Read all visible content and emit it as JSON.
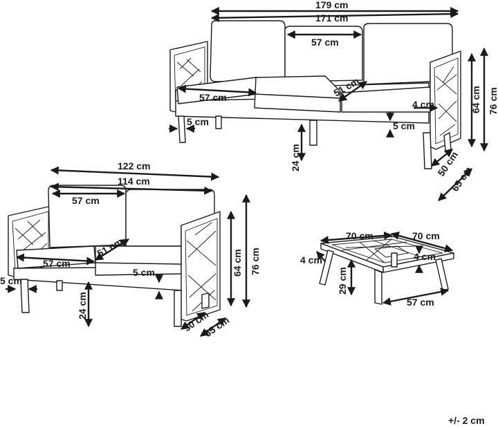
{
  "sofa3": {
    "overall_width": "179 cm",
    "inner_width": "171 cm",
    "back_cushion_width": "57 cm",
    "seat_cushion_width": "57 cm",
    "seat_cushion_depth": "51 cm",
    "seat_cushion_thickness": "4 cm",
    "frame_thickness": "5 cm",
    "leg_setback": "5 cm",
    "seat_height_above_floor": "24 cm",
    "seat_height": "64 cm",
    "overall_height": "76 cm",
    "seat_depth": "50 cm",
    "overall_depth": "65 cm"
  },
  "sofa2": {
    "overall_width": "122 cm",
    "inner_width": "114 cm",
    "back_cushion_width": "57 cm",
    "seat_cushion_width": "57 cm",
    "seat_cushion_depth": "51 cm",
    "frame_thickness": "5 cm",
    "leg_setback": "5 cm",
    "leg_height": "24 cm",
    "seat_height": "64 cm",
    "overall_height": "76 cm",
    "seat_depth": "50 cm",
    "overall_depth": "65 cm"
  },
  "table": {
    "width_a": "70 cm",
    "width_b": "70 cm",
    "top_thickness_left": "4 cm",
    "top_thickness_right": "4 cm",
    "height": "29 cm",
    "base_width": "57 cm"
  },
  "tolerance": "+/- 2 cm",
  "arrow_color": "#1a1a1a",
  "line_color": "#1a1a1a"
}
